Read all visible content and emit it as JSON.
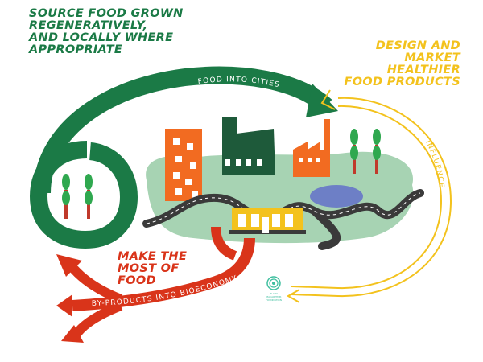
{
  "headings": {
    "source": [
      "SOURCE FOOD GROWN",
      "REGENERATIVELY,",
      "AND LOCALLY WHERE",
      "APPROPRIATE"
    ],
    "design": [
      "DESIGN AND",
      "MARKET",
      "HEALTHIER",
      "FOOD PRODUCTS"
    ],
    "make": [
      "MAKE THE",
      "MOST OF",
      "FOOD"
    ]
  },
  "flows": {
    "food_into_cities": "FOOD INTO CITIES",
    "influence": "INFLUENCE",
    "byproducts": "BY-PRODUCTS INTO BIOECONOMY"
  },
  "logo": {
    "lines": [
      "ELLEN",
      "MACARTHUR",
      "FOUNDATION"
    ]
  },
  "colors": {
    "green": "#1b7a46",
    "yellow": "#f3c21d",
    "red": "#d9341a",
    "orange": "#f26b21",
    "dark_green": "#1e5a3a",
    "land": "#a7d3b3",
    "lake": "#6d7fc6",
    "road": "#3a3a3a",
    "tree": "#2fa84f",
    "trunk": "#c0392b"
  }
}
